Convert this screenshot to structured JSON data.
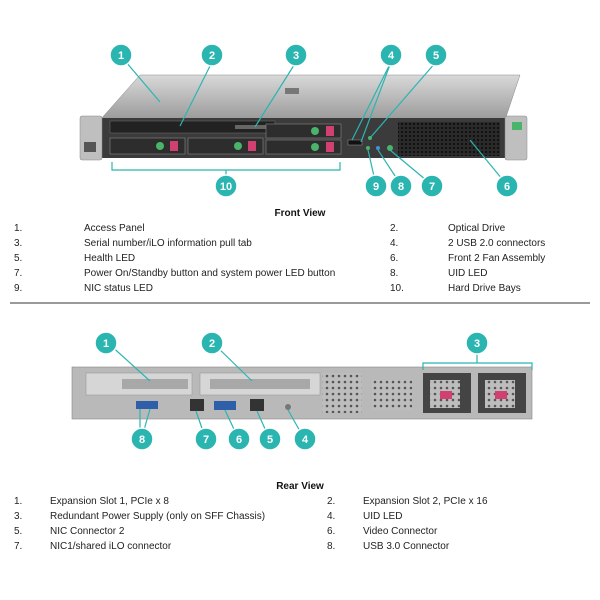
{
  "front": {
    "title": "Front View",
    "callouts": [
      "1",
      "2",
      "3",
      "4",
      "5",
      "6",
      "7",
      "8",
      "9",
      "10"
    ],
    "legend": [
      {
        "num": "1.",
        "text": "Access Panel"
      },
      {
        "num": "2.",
        "text": "Optical Drive"
      },
      {
        "num": "3.",
        "text": "Serial number/iLO information pull tab"
      },
      {
        "num": "4.",
        "text": "2 USB 2.0 connectors"
      },
      {
        "num": "5.",
        "text": "Health LED"
      },
      {
        "num": "6.",
        "text": "Front 2 Fan Assembly"
      },
      {
        "num": "7.",
        "text": "Power On/Standby button and system power LED button"
      },
      {
        "num": "8.",
        "text": "UID LED"
      },
      {
        "num": "9.",
        "text": "NIC status LED"
      },
      {
        "num": "10.",
        "text": "Hard Drive Bays"
      }
    ]
  },
  "rear": {
    "title": "Rear View",
    "callouts": [
      "1",
      "2",
      "3",
      "8",
      "7",
      "6",
      "5",
      "4"
    ],
    "legend": [
      {
        "num": "1.",
        "text": "Expansion Slot 1, PCIe x 8"
      },
      {
        "num": "2.",
        "text": "Expansion Slot 2, PCIe x 16"
      },
      {
        "num": "3.",
        "text": "Redundant Power Supply (only on SFF Chassis)"
      },
      {
        "num": "4.",
        "text": "UID LED"
      },
      {
        "num": "5.",
        "text": "NIC Connector 2"
      },
      {
        "num": "6.",
        "text": "Video Connector"
      },
      {
        "num": "7.",
        "text": "NIC1/shared iLO connector"
      },
      {
        "num": "8.",
        "text": "USB 3.0 Connector"
      }
    ]
  },
  "colors": {
    "callout": "#2bb5b1",
    "callout_text": "#ffffff",
    "leader": "#2bb5b1",
    "chassis": "#3b3b3b",
    "drive_led": "#49b46a",
    "drive_red": "#d04070"
  }
}
